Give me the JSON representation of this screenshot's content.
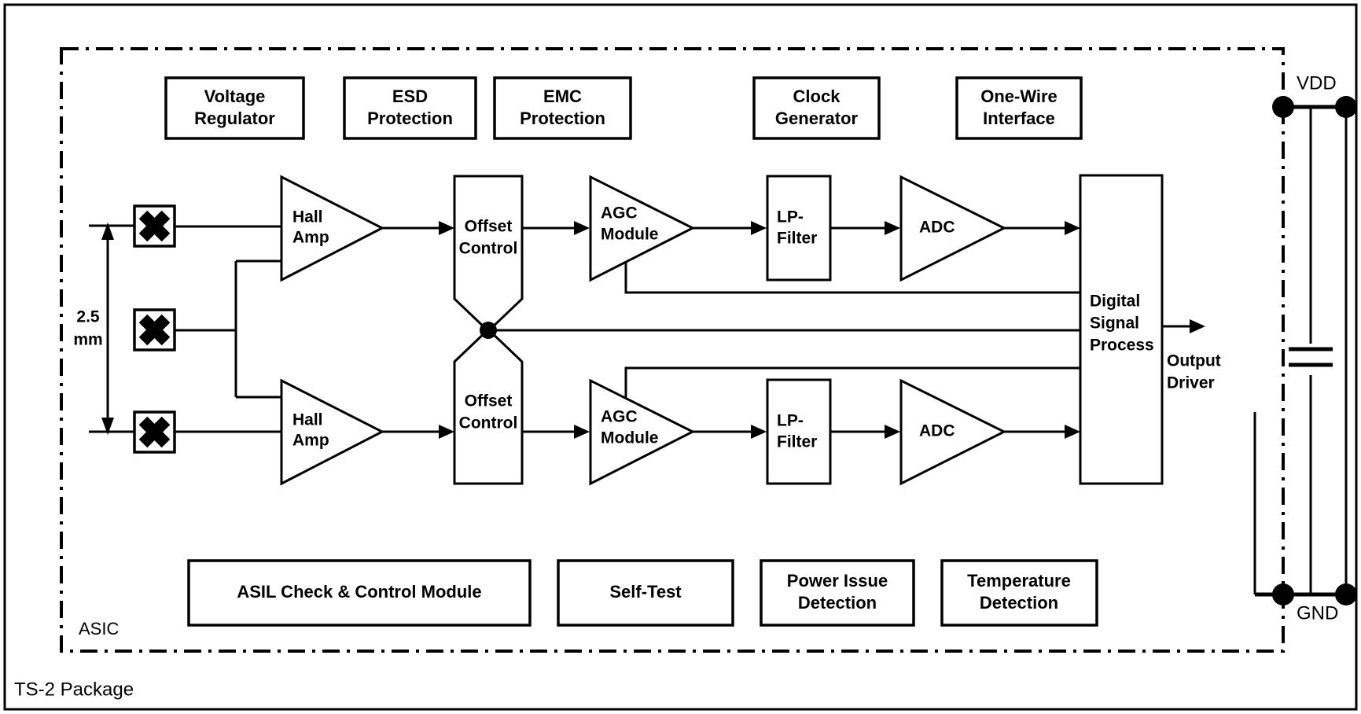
{
  "package": {
    "outer_label": "TS-2 Package",
    "asic_label": "ASIC"
  },
  "dimension": {
    "value": "2.5",
    "unit": "mm"
  },
  "top_blocks": [
    {
      "name": "voltage-regulator",
      "line1": "Voltage",
      "line2": "Regulator"
    },
    {
      "name": "esd-protection",
      "line1": "ESD",
      "line2": "Protection"
    },
    {
      "name": "emc-protection",
      "line1": "EMC",
      "line2": "Protection"
    },
    {
      "name": "clock-generator",
      "line1": "Clock",
      "line2": "Generator"
    },
    {
      "name": "one-wire-interface",
      "line1": "One-Wire",
      "line2": "Interface"
    }
  ],
  "bottom_blocks": [
    {
      "name": "asil-check-control-module",
      "line1": "ASIL Check & Control Module",
      "line2": ""
    },
    {
      "name": "self-test",
      "line1": "Self-Test",
      "line2": ""
    },
    {
      "name": "power-issue-detection",
      "line1": "Power Issue",
      "line2": "Detection"
    },
    {
      "name": "temperature-detection",
      "line1": "Temperature",
      "line2": "Detection"
    }
  ],
  "signal_chain": {
    "hall_amp": {
      "line1": "Hall",
      "line2": "Amp"
    },
    "offset_control": {
      "line1": "Offset",
      "line2": "Control"
    },
    "agc_module": {
      "line1": "AGC",
      "line2": "Module"
    },
    "lp_filter": {
      "line1": "LP-",
      "line2": "Filter"
    },
    "adc": {
      "line1": "ADC",
      "line2": ""
    },
    "dsp": {
      "line1": "Digital",
      "line2": "Signal",
      "line3": "Process"
    },
    "output_driver": {
      "line1": "Output",
      "line2": "Driver"
    }
  },
  "hall_elements": [
    {
      "name": "hall-element-top"
    },
    {
      "name": "hall-element-middle"
    },
    {
      "name": "hall-element-bottom"
    }
  ],
  "power": {
    "vdd_label": "VDD",
    "gnd_label": "GND"
  },
  "colors": {
    "line": "#000000",
    "fill": "#ffffff",
    "background": "#ffffff"
  }
}
